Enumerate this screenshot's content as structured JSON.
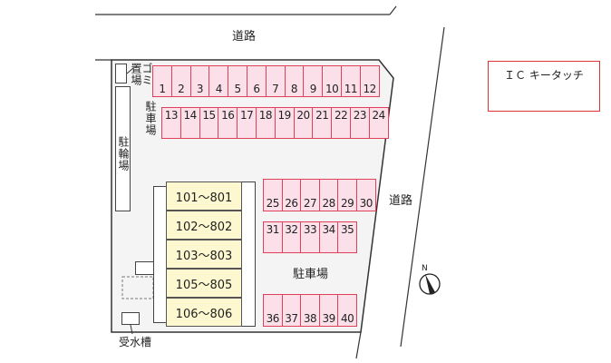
{
  "labels": {
    "road_top": "道路",
    "road_right": "道路",
    "parking_main": "駐車場",
    "parking_side": "駐車場",
    "bicycle": "駐輪場",
    "garbage": "ゴミ置場",
    "water_tank": "受水槽",
    "compass": "N"
  },
  "info_box": "ＩＣ キータッチ",
  "units": [
    "101～801",
    "102～802",
    "103～803",
    "105～805",
    "106～806"
  ],
  "spots_row1": [
    "1",
    "2",
    "3",
    "4",
    "5",
    "6",
    "7",
    "8",
    "9",
    "10",
    "11",
    "12"
  ],
  "spots_row2": [
    "13",
    "14",
    "15",
    "16",
    "17",
    "18",
    "19",
    "20",
    "21",
    "22",
    "23",
    "24"
  ],
  "spots_row3": [
    "25",
    "26",
    "27",
    "28",
    "29",
    "30"
  ],
  "spots_row4": [
    "31",
    "32",
    "33",
    "34",
    "35"
  ],
  "spots_row5": [
    "36",
    "37",
    "38",
    "39",
    "40"
  ],
  "colors": {
    "spot_fill": "#fbe0ea",
    "spot_border": "#e0405a",
    "unit_fill": "#fdf8d0",
    "lot_fill": "#f4f4f4"
  }
}
